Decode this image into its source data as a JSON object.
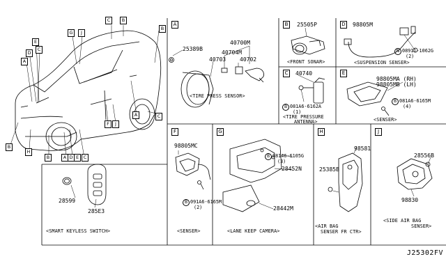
{
  "diagram_id": "J25302FV",
  "vehicle_callouts": [
    "A",
    "B",
    "C",
    "D",
    "E",
    "F",
    "G",
    "H",
    "J"
  ],
  "panels": {
    "A": {
      "letter": "A",
      "parts": {
        "p1": "25389B",
        "p2": "40700M",
        "p3": "40704M",
        "p4": "40703",
        "p5": "40702"
      },
      "caption": "<TIRE PRESS SENSOR>"
    },
    "B": {
      "letter": "B",
      "parts": {
        "p1": "25505P"
      },
      "caption": "<FRONT SONAR>"
    },
    "C": {
      "letter": "C",
      "parts": {
        "p1": "40740",
        "bolt_code": "081A6-6162A",
        "bolt_qty": "(1)",
        "bolt_mark": "B"
      },
      "caption_line1": "<TIRE PRESSURE",
      "caption_line2": "ANTENNA>"
    },
    "D": {
      "letter": "D",
      "parts": {
        "p1": "98805M",
        "nut_code": "08911-1062G",
        "nut_qty": "(2)",
        "nut_mark": "N"
      },
      "caption": "<SUSPENSION SENSER>"
    },
    "E": {
      "letter": "E",
      "parts": {
        "p1": "98805MA (RH)",
        "p2": "98805MB (LH)",
        "bolt_code": "081A6-6165M",
        "bolt_qty": "(4)",
        "bolt_mark": "B"
      },
      "caption": "<SENSER>"
    },
    "F": {
      "letter": "F",
      "parts": {
        "p1": "98805MC",
        "bolt_code": "091A6-6165M",
        "bolt_qty": "(2)",
        "bolt_mark": "B"
      },
      "caption": "<SENSER>"
    },
    "G": {
      "letter": "G",
      "parts": {
        "bolt_code": "08146-6105G",
        "bolt_qty": "(3)",
        "bolt_mark": "B",
        "p1": "28452N",
        "p2": "28442M"
      },
      "caption": "<LANE KEEP CAMERA>"
    },
    "H": {
      "letter": "H",
      "parts": {
        "p1": "98581",
        "p2": "25385B"
      },
      "caption_line1": "<AIR BAG",
      "caption_line2": "SENSER FR CTR>"
    },
    "J": {
      "letter": "J",
      "parts": {
        "p1": "28556B",
        "p2": "98830"
      },
      "caption_line1": "<SIDE AIR BAG",
      "caption_line2": "SENSER>"
    },
    "keyless": {
      "parts": {
        "p1": "28599",
        "p2": "285E3"
      },
      "caption": "<SMART KEYLESS SWITCH>"
    }
  }
}
